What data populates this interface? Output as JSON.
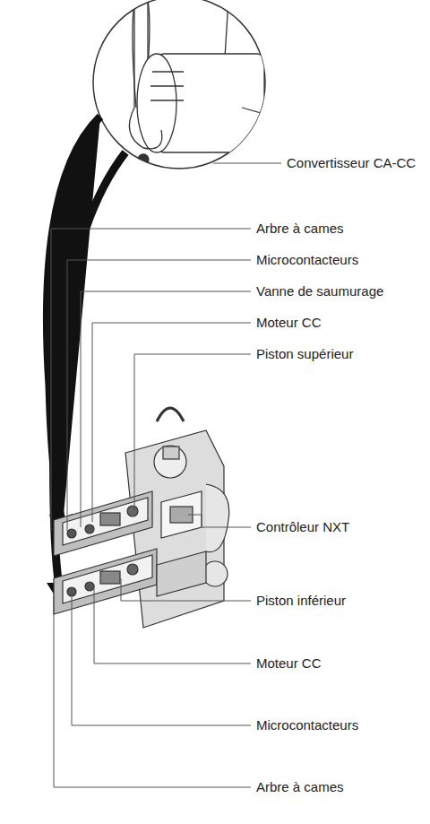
{
  "diagram": {
    "labels": [
      "Convertisseur CA-CC",
      "Arbre à cames",
      "Microcontacteurs",
      "Vanne de saumurage",
      "Moteur CC",
      "Piston supérieur",
      "Contrôleur NXT",
      "Piston inférieur",
      "Moteur CC",
      "Microcontacteurs",
      "Arbre à cames"
    ]
  }
}
